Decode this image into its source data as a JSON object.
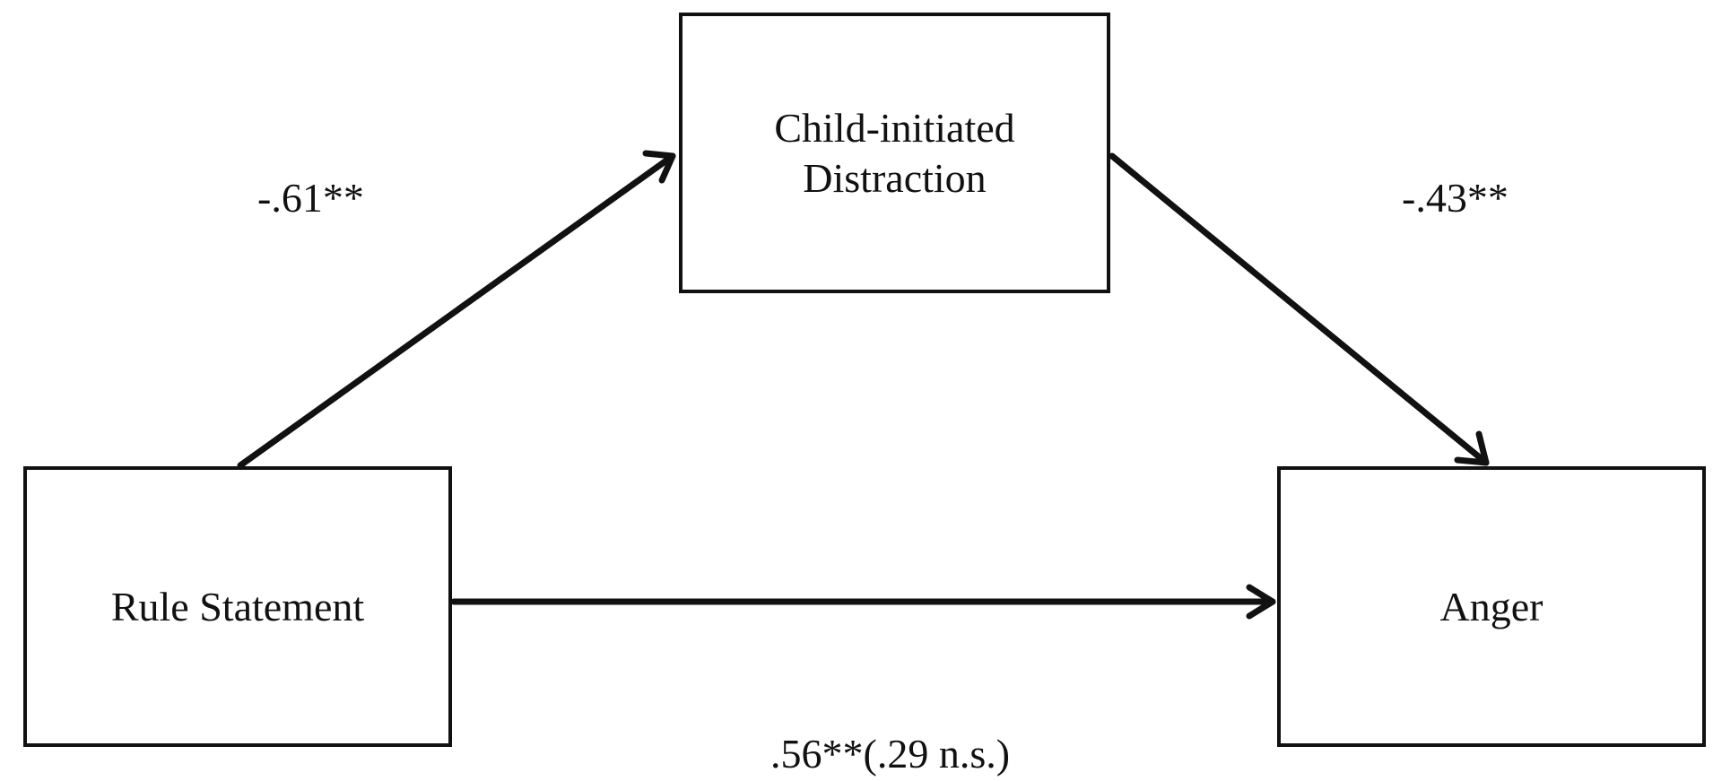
{
  "nodes": {
    "mediator": {
      "line1": "Child-initiated",
      "line2": "Distraction"
    },
    "predictor": {
      "label": "Rule Statement"
    },
    "outcome": {
      "label": "Anger"
    }
  },
  "paths": {
    "a": "-.61**",
    "b": "-.43**",
    "c": ".56**(.29 n.s.)"
  }
}
